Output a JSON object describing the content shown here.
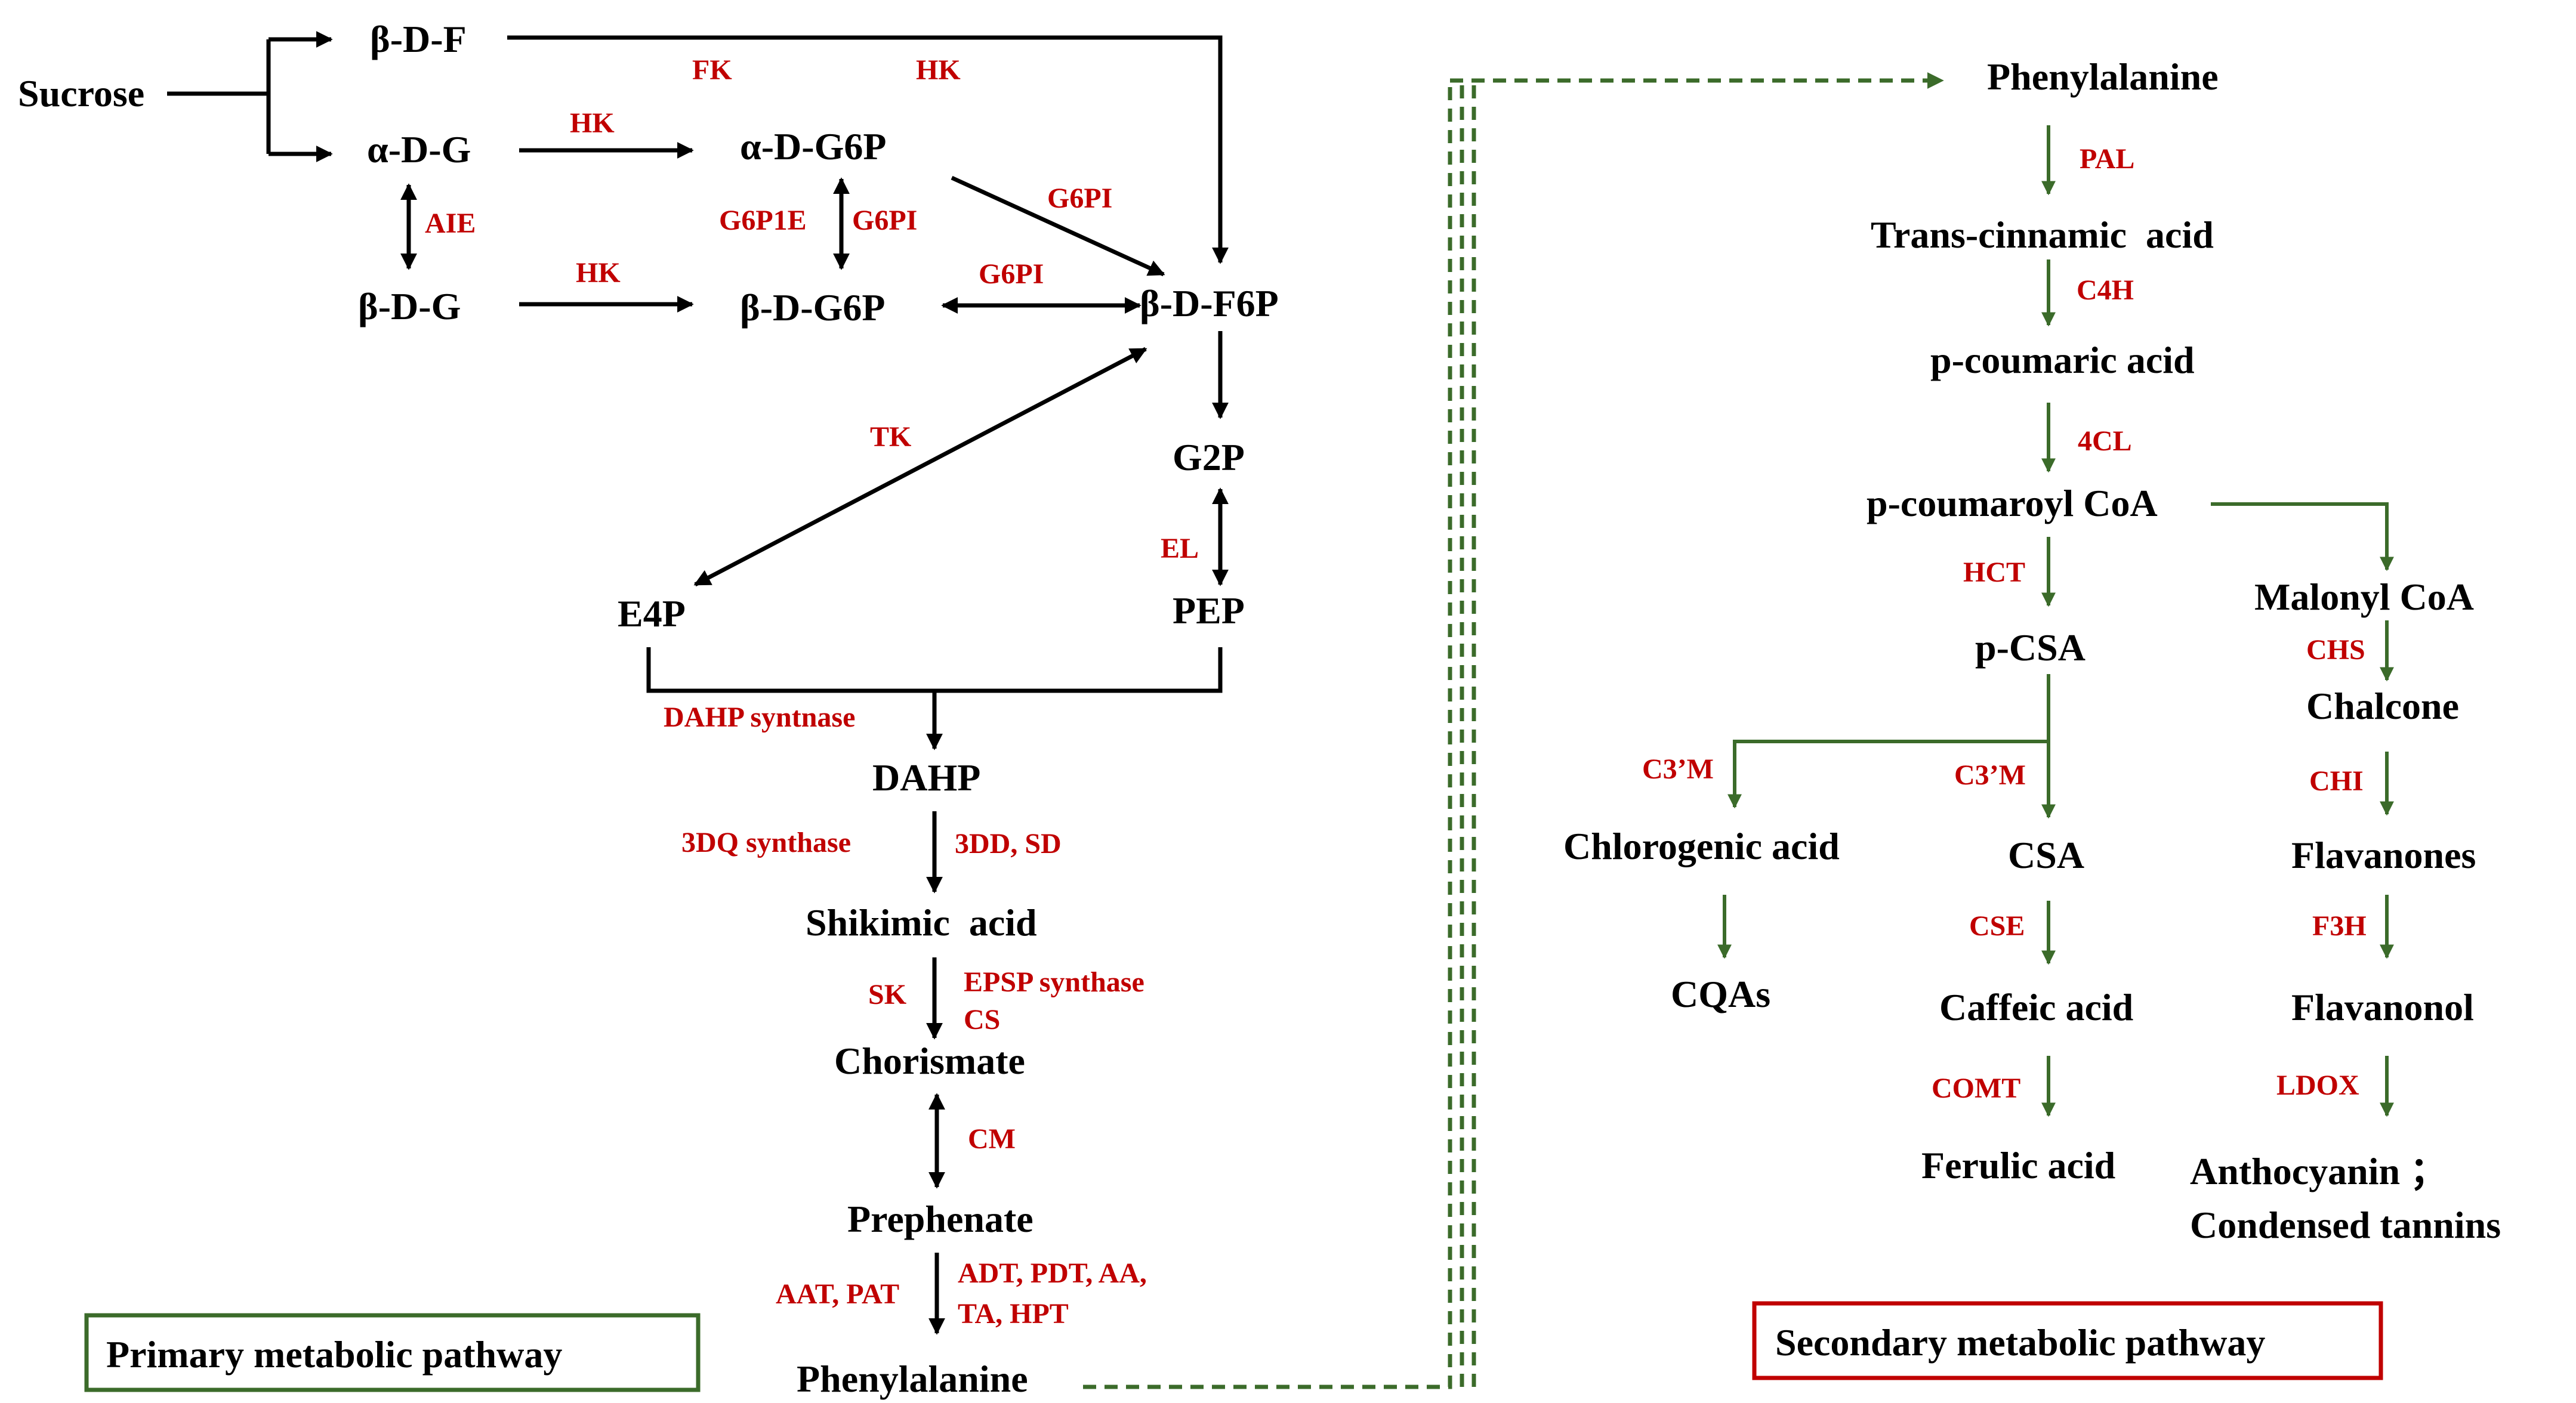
{
  "nodes": {
    "sucrose": "Sucrose",
    "bdf": "β-D-F",
    "adg": "α-D-G",
    "bdg": "β-D-G",
    "adg6p": "α-D-G6P",
    "bdg6p": "β-D-G6P",
    "bdf6p": "β-D-F6P",
    "g2p": "G2P",
    "pep": "PEP",
    "e4p": "E4P",
    "dahp": "DAHP",
    "shikimic": "Shikimic  acid",
    "chorismate": "Chorismate",
    "prephenate": "Prephenate",
    "phe1": "Phenylalanine",
    "phe2": "Phenylalanine",
    "transcin": "Trans-cinnamic  acid",
    "pcoumaric": "p-coumaric acid",
    "pcoumaroyl": "p-coumaroyl CoA",
    "pcsa": "p-CSA",
    "malonyl": "Malonyl CoA",
    "chalcone": "Chalcone",
    "chlorogenic": "Chlorogenic acid",
    "csa": "CSA",
    "flavanones": "Flavanones",
    "cqas": "CQAs",
    "caffeic": "Caffeic acid",
    "flavanonol": "Flavanonol",
    "ferulic": "Ferulic acid",
    "anthocyanin": "Anthocyanin ；",
    "tannins": "Condensed tannins"
  },
  "enzymes": {
    "fk": "FK",
    "hk_top": "HK",
    "hk_adg": "HK",
    "hk_bdg": "HK",
    "aie": "AIE",
    "g6p1e": "G6P1E",
    "g6pi_mid": "G6PI",
    "g6pi_diag": "G6PI",
    "g6pi_horiz": "G6PI",
    "tk": "TK",
    "el": "EL",
    "dahp_syn": "DAHP syntnase",
    "dq3": "3DQ synthase",
    "dd3": "3DD, SD",
    "sk": "SK",
    "epsp": "EPSP synthase",
    "cs": "CS",
    "cm": "CM",
    "aat": "AAT, PAT",
    "adt1": "ADT, PDT, AA,",
    "adt2": "TA, HPT",
    "pal": "PAL",
    "c4h": "C4H",
    "cl4": "4CL",
    "hct": "HCT",
    "chs": "CHS",
    "c3m_left": "C3’M",
    "c3m_right": "C3’M",
    "chi": "CHI",
    "cse": "CSE",
    "f3h": "F3H",
    "comt": "COMT",
    "ldox": "LDOX"
  },
  "legend": {
    "primary": "Primary metabolic pathway",
    "secondary": "Secondary metabolic pathway"
  },
  "colors": {
    "enzyme_red": "#c00000",
    "arrow_green": "#3b6b2a",
    "primary_box": "#3b6b2a",
    "secondary_box": "#c00000"
  }
}
